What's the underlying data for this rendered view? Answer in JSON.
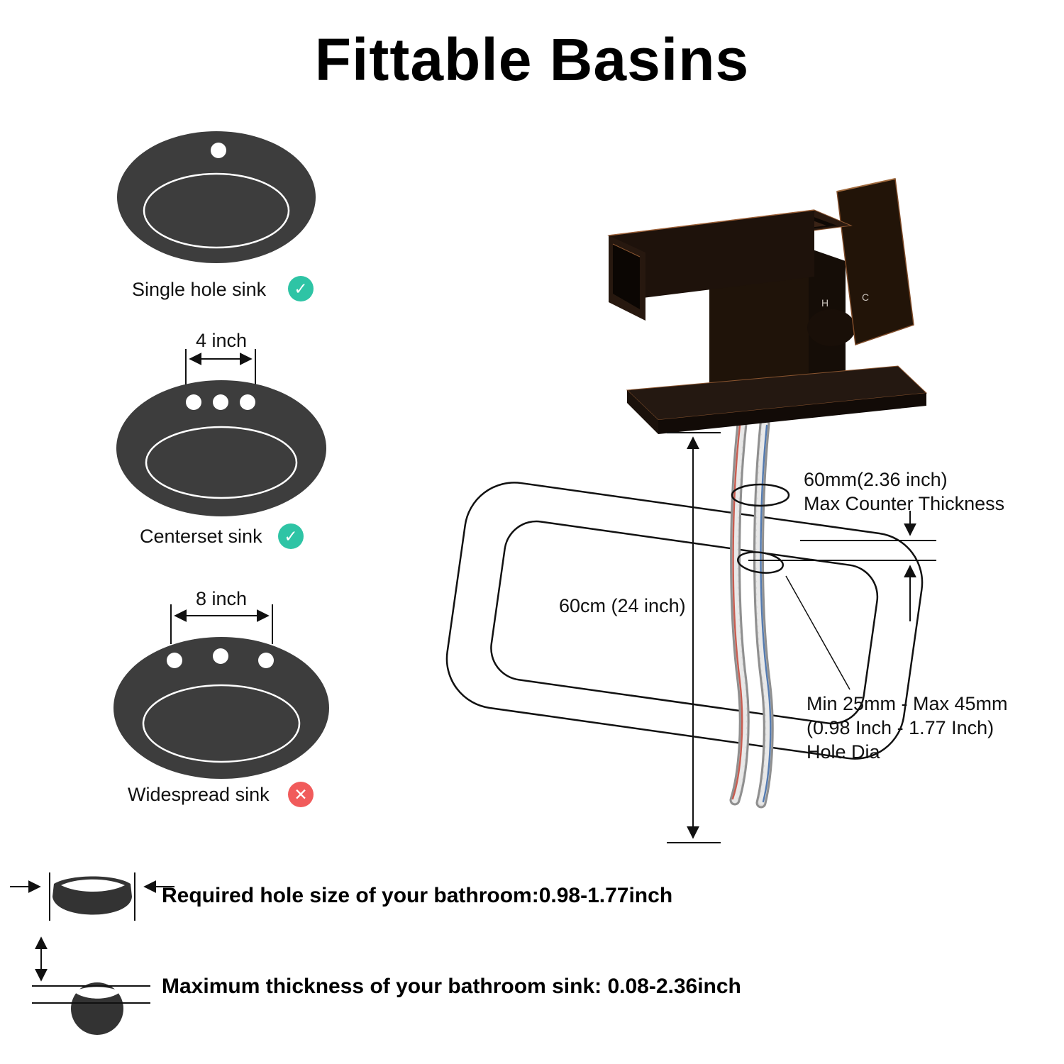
{
  "title": "Fittable Basins",
  "left_panel": {
    "sinks": [
      {
        "label": "Single hole sink",
        "compatible": true,
        "status_icon": "check"
      },
      {
        "label": "Centerset sink",
        "compatible": true,
        "status_icon": "check",
        "dimension_label": "4 inch"
      },
      {
        "label": "Widespread sink",
        "compatible": false,
        "status_icon": "cross",
        "dimension_label": "8 inch"
      }
    ],
    "icons": {
      "check_glyph": "✓",
      "cross_glyph": "✕"
    }
  },
  "diagram": {
    "counter_thickness_value": "60mm(2.36 inch)",
    "counter_thickness_caption": "Max Counter Thickness",
    "sink_width_label": "60cm (24 inch)",
    "hole_dia_line1": "Min 25mm - Max 45mm",
    "hole_dia_line2": "(0.98 Inch - 1.77 Inch)",
    "hole_dia_line3": "Hole Dia",
    "faucet_hot_marking": "H",
    "faucet_cold_marking": "C"
  },
  "footer": {
    "hole_size_note": "Required hole size of your bathroom:0.98-1.77inch",
    "thickness_note": "Maximum thickness of your bathroom sink: 0.08-2.36inch"
  },
  "colors": {
    "check_green": "#2EC4A5",
    "cross_red": "#F15B5B",
    "sink_gray": "#3D3D3D",
    "line_color": "#111111",
    "faucet_bronze_dark": "#1E120B",
    "faucet_copper_accent": "#8A5530",
    "background": "#FFFFFF"
  }
}
